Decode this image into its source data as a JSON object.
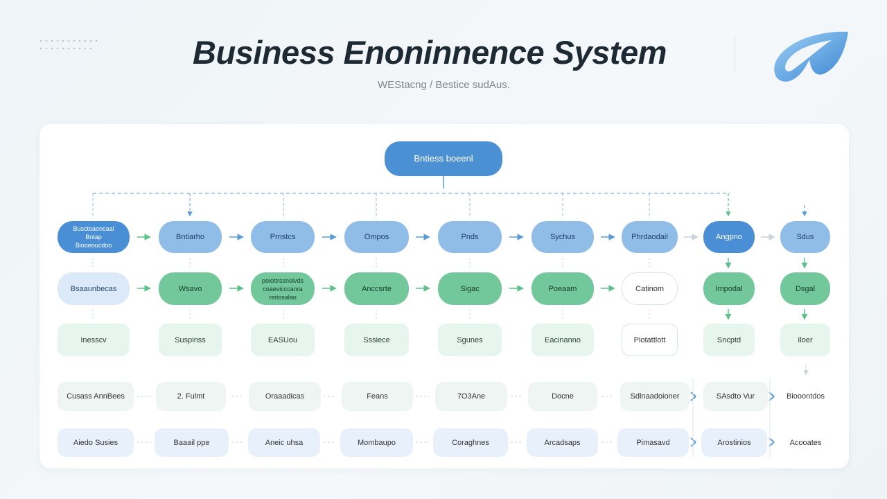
{
  "header": {
    "title": "Business Enoninnence System",
    "subtitle": "WEStacng  /  Bestice sudAus."
  },
  "colors": {
    "accent_blue": "#4a90d2",
    "light_blue": "#8fbde8",
    "green": "#72c79b",
    "light_green": "#e6f5ed",
    "arrow_blue": "#5b9bd5",
    "arrow_green": "#5cc08a"
  },
  "icons": {
    "logo": "swoosh-logo-icon",
    "decoration": "dot-grid-icon"
  },
  "diagram": {
    "root": "Bntiess boeenl",
    "rows": [
      [
        "Busctoaoncaal\nBntap\nBiooeoucdoo",
        "Bntiarho",
        "Prnstcs",
        "Ompos",
        "Pnds",
        "Sychus",
        "Phrdaodail",
        "Angpno",
        "Sdus"
      ],
      [
        "Bsaaunbecas",
        "Wsavo",
        "poiottrssnolvds\ncoaevicccanra\nreriosalao",
        "Anccsrte",
        "Sigac",
        "Poeaam",
        "Catinom",
        "Impodal",
        "Dsgal"
      ],
      [
        "Inesscv",
        "Suspinss",
        "EASUou",
        "Sssiece",
        "Sgunes",
        "Eacinanno",
        "Piotattlott",
        "Sncptd",
        "Iloer"
      ],
      [
        "Cusass AnnBees",
        "2. Fulmt",
        "Oraaadicas",
        "Feans",
        "7O3Ane",
        "Docne",
        "Sdlnaadoioner",
        "SAsdto Vur",
        "Biooontdos"
      ],
      [
        "Aiedo Susies",
        "Baaail ppe",
        "Aneic uhsa",
        "Mombaupo",
        "Coraghnes",
        "Arcadsaps",
        "Pimasavd",
        "Arostinios",
        "Acooates"
      ]
    ]
  }
}
